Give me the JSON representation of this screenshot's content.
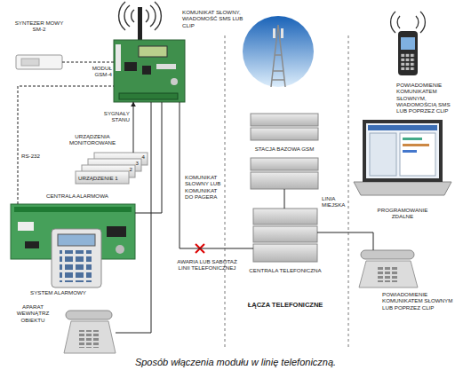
{
  "diagram": {
    "caption": "Sposób włączenia modułu w linię telefoniczną.",
    "nodes": [
      {
        "text": [
          "SYNTEZER MOWY SM-2"
        ]
      },
      {
        "text": [
          "MODUŁ GSM-4"
        ]
      },
      {
        "text": [
          "4"
        ]
      },
      {
        "text": [
          "3"
        ]
      },
      {
        "text": [
          "2"
        ]
      },
      {
        "text": [
          "URZĄDZENIE 1"
        ]
      },
      {
        "text": [
          "CENTRALA ALARMOWA",
          "SYSTEM ALARMOWY"
        ]
      },
      {
        "text": [
          "APARAT WEWNĄTRZ OBIEKTU"
        ]
      },
      {
        "text": [
          "STACJA BAZOWA GSM"
        ]
      },
      {
        "text": [
          "CENTRALA TELEFONICZNA"
        ]
      },
      {
        "text": [
          "POWIADOMIENIE KOMUNIKATEM SŁOWNYM, WIADOMOŚCIĄ SMS LUB POPRZEZ CLIP"
        ]
      },
      {
        "text": [
          "PROGRAMOWANIE ZDALNE"
        ]
      },
      {
        "text": [
          "POWIADOMIENIE KOMUNIKATEM SŁOWNYM LUB POPRZEZ CLIP"
        ]
      }
    ],
    "edges": [
      {
        "from": 0,
        "to": 1,
        "arrow": "none"
      },
      {
        "from": 6,
        "to": 1,
        "arrow": "none",
        "label": "RS-232"
      },
      {
        "from": 2,
        "to": 1,
        "arrow": "to",
        "label": "SYGNAŁY STANU"
      },
      {
        "from": 6,
        "to": 1,
        "arrow": "none",
        "label": "KOMUNIKAT SŁOWNY LUB KOMUNIKAT DO PAGERA"
      },
      {
        "from": 1,
        "to": 7,
        "arrow": "none"
      },
      {
        "from": 1,
        "to": 9,
        "arrow": "none",
        "label": "AWARIA LUB SABOTAŻ LINII TELEFONICZNEJ"
      },
      {
        "from": 9,
        "to": 8,
        "arrow": "none",
        "label": "LINIA MIEJSKA"
      },
      {
        "from": 9,
        "to": 12,
        "arrow": "none"
      }
    ],
    "labels": [
      "KOMUNIKAT SŁOWNY, WIADOMOŚĆ SMS LUB CLIP",
      "URZĄDZENIA MONITOROWANE",
      "ŁĄCZA TELEFONICZNE"
    ]
  }
}
